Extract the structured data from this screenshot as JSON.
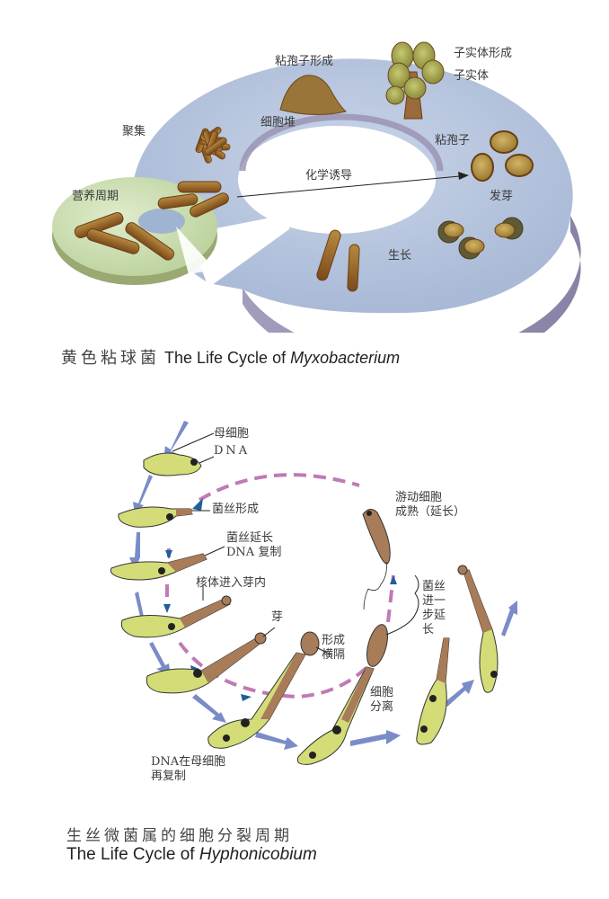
{
  "figure1": {
    "caption_zh": "黄色粘球菌",
    "caption_en_prefix": "The Life Cycle of ",
    "caption_en_species": "Myxobacterium",
    "labels": {
      "fruiting_body_formation": "子实体形成",
      "fruiting_body": "子实体",
      "myxospore_formation": "粘孢子形成",
      "cell_mound": "细胞堆",
      "aggregation": "聚集",
      "myxospore": "粘孢子",
      "chemical_induction": "化学诱导",
      "vegetative_cycle": "营养周期",
      "germination": "发芽",
      "growth": "生长"
    },
    "colors": {
      "disc": "#b9c8de",
      "disc_edge": "#9b93b5",
      "vegetative": "#cfe0b4",
      "cell": "#8b5a22"
    }
  },
  "figure2": {
    "caption_zh": "生丝微菌属的细胞分裂周期",
    "caption_en_prefix": "The Life Cycle of ",
    "caption_en_species": "Hyphonicobium",
    "labels": {
      "mother_cell": "母细胞",
      "dna": "DNA",
      "hypha_formation": "菌丝形成",
      "hypha_elongation": "菌丝延长",
      "dna_replication": "DNA 复制",
      "nucleoid_enters_bud": "核体进入芽内",
      "bud": "芽",
      "septum_formation": "形成\n横隔",
      "dna_rereplication": "DNA在母细胞\n再复制",
      "cell_separation": "细胞\n分离",
      "swarmer_maturation": "游动细胞\n成熟（延长）",
      "hypha_further_elongation": "菌丝进一步延长"
    },
    "colors": {
      "cell": "#d4dc78",
      "hypha": "#a87c58",
      "arrow": "#7a8cc8",
      "dashed": "#c07ab4",
      "arrowhead": "#1e5f9e"
    }
  }
}
